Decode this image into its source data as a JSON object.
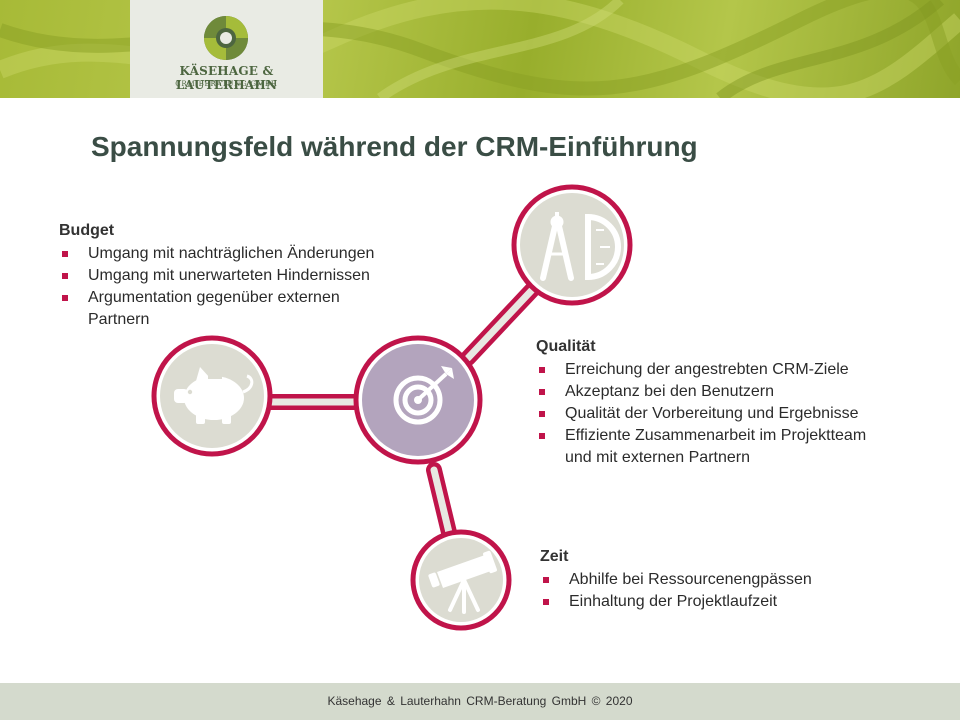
{
  "brand": {
    "company_name": "KÄSEHAGE & LAUTERHAHN",
    "company_sub": "CRM-BERATUNG GMBH"
  },
  "slide": {
    "title": "Spannungsfeld während der CRM-Einführung"
  },
  "budget": {
    "heading": "Budget",
    "items": [
      "Umgang mit nachträglichen Änderungen",
      "Umgang mit unerwarteten Hindernissen",
      "Argumentation gegenüber externen Partnern"
    ]
  },
  "quality": {
    "heading": "Qualität",
    "items": [
      "Erreichung der angestrebten CRM-Ziele",
      "Akzeptanz bei den Benutzern",
      "Qualität der Vorbereitung und Ergebnisse",
      "Effiziente Zusammenarbeit im Projektteam und mit externen Partnern"
    ]
  },
  "time": {
    "heading": "Zeit",
    "items": [
      "Abhilfe bei Ressourcenengpässen",
      "Einhaltung der Projektlaufzeit"
    ]
  },
  "diagram": {
    "icons": {
      "center": "target-icon",
      "quality": "compass-ruler-icon",
      "budget": "piggy-bank-icon",
      "time": "telescope-icon"
    },
    "colors": {
      "ring": "#c0144a",
      "center_fill": "#b3a4bd",
      "node_fill": "#dcdcd2"
    }
  },
  "footer": {
    "text": "Käsehage & Lauterhahn CRM-Beratung GmbH © 2020"
  }
}
